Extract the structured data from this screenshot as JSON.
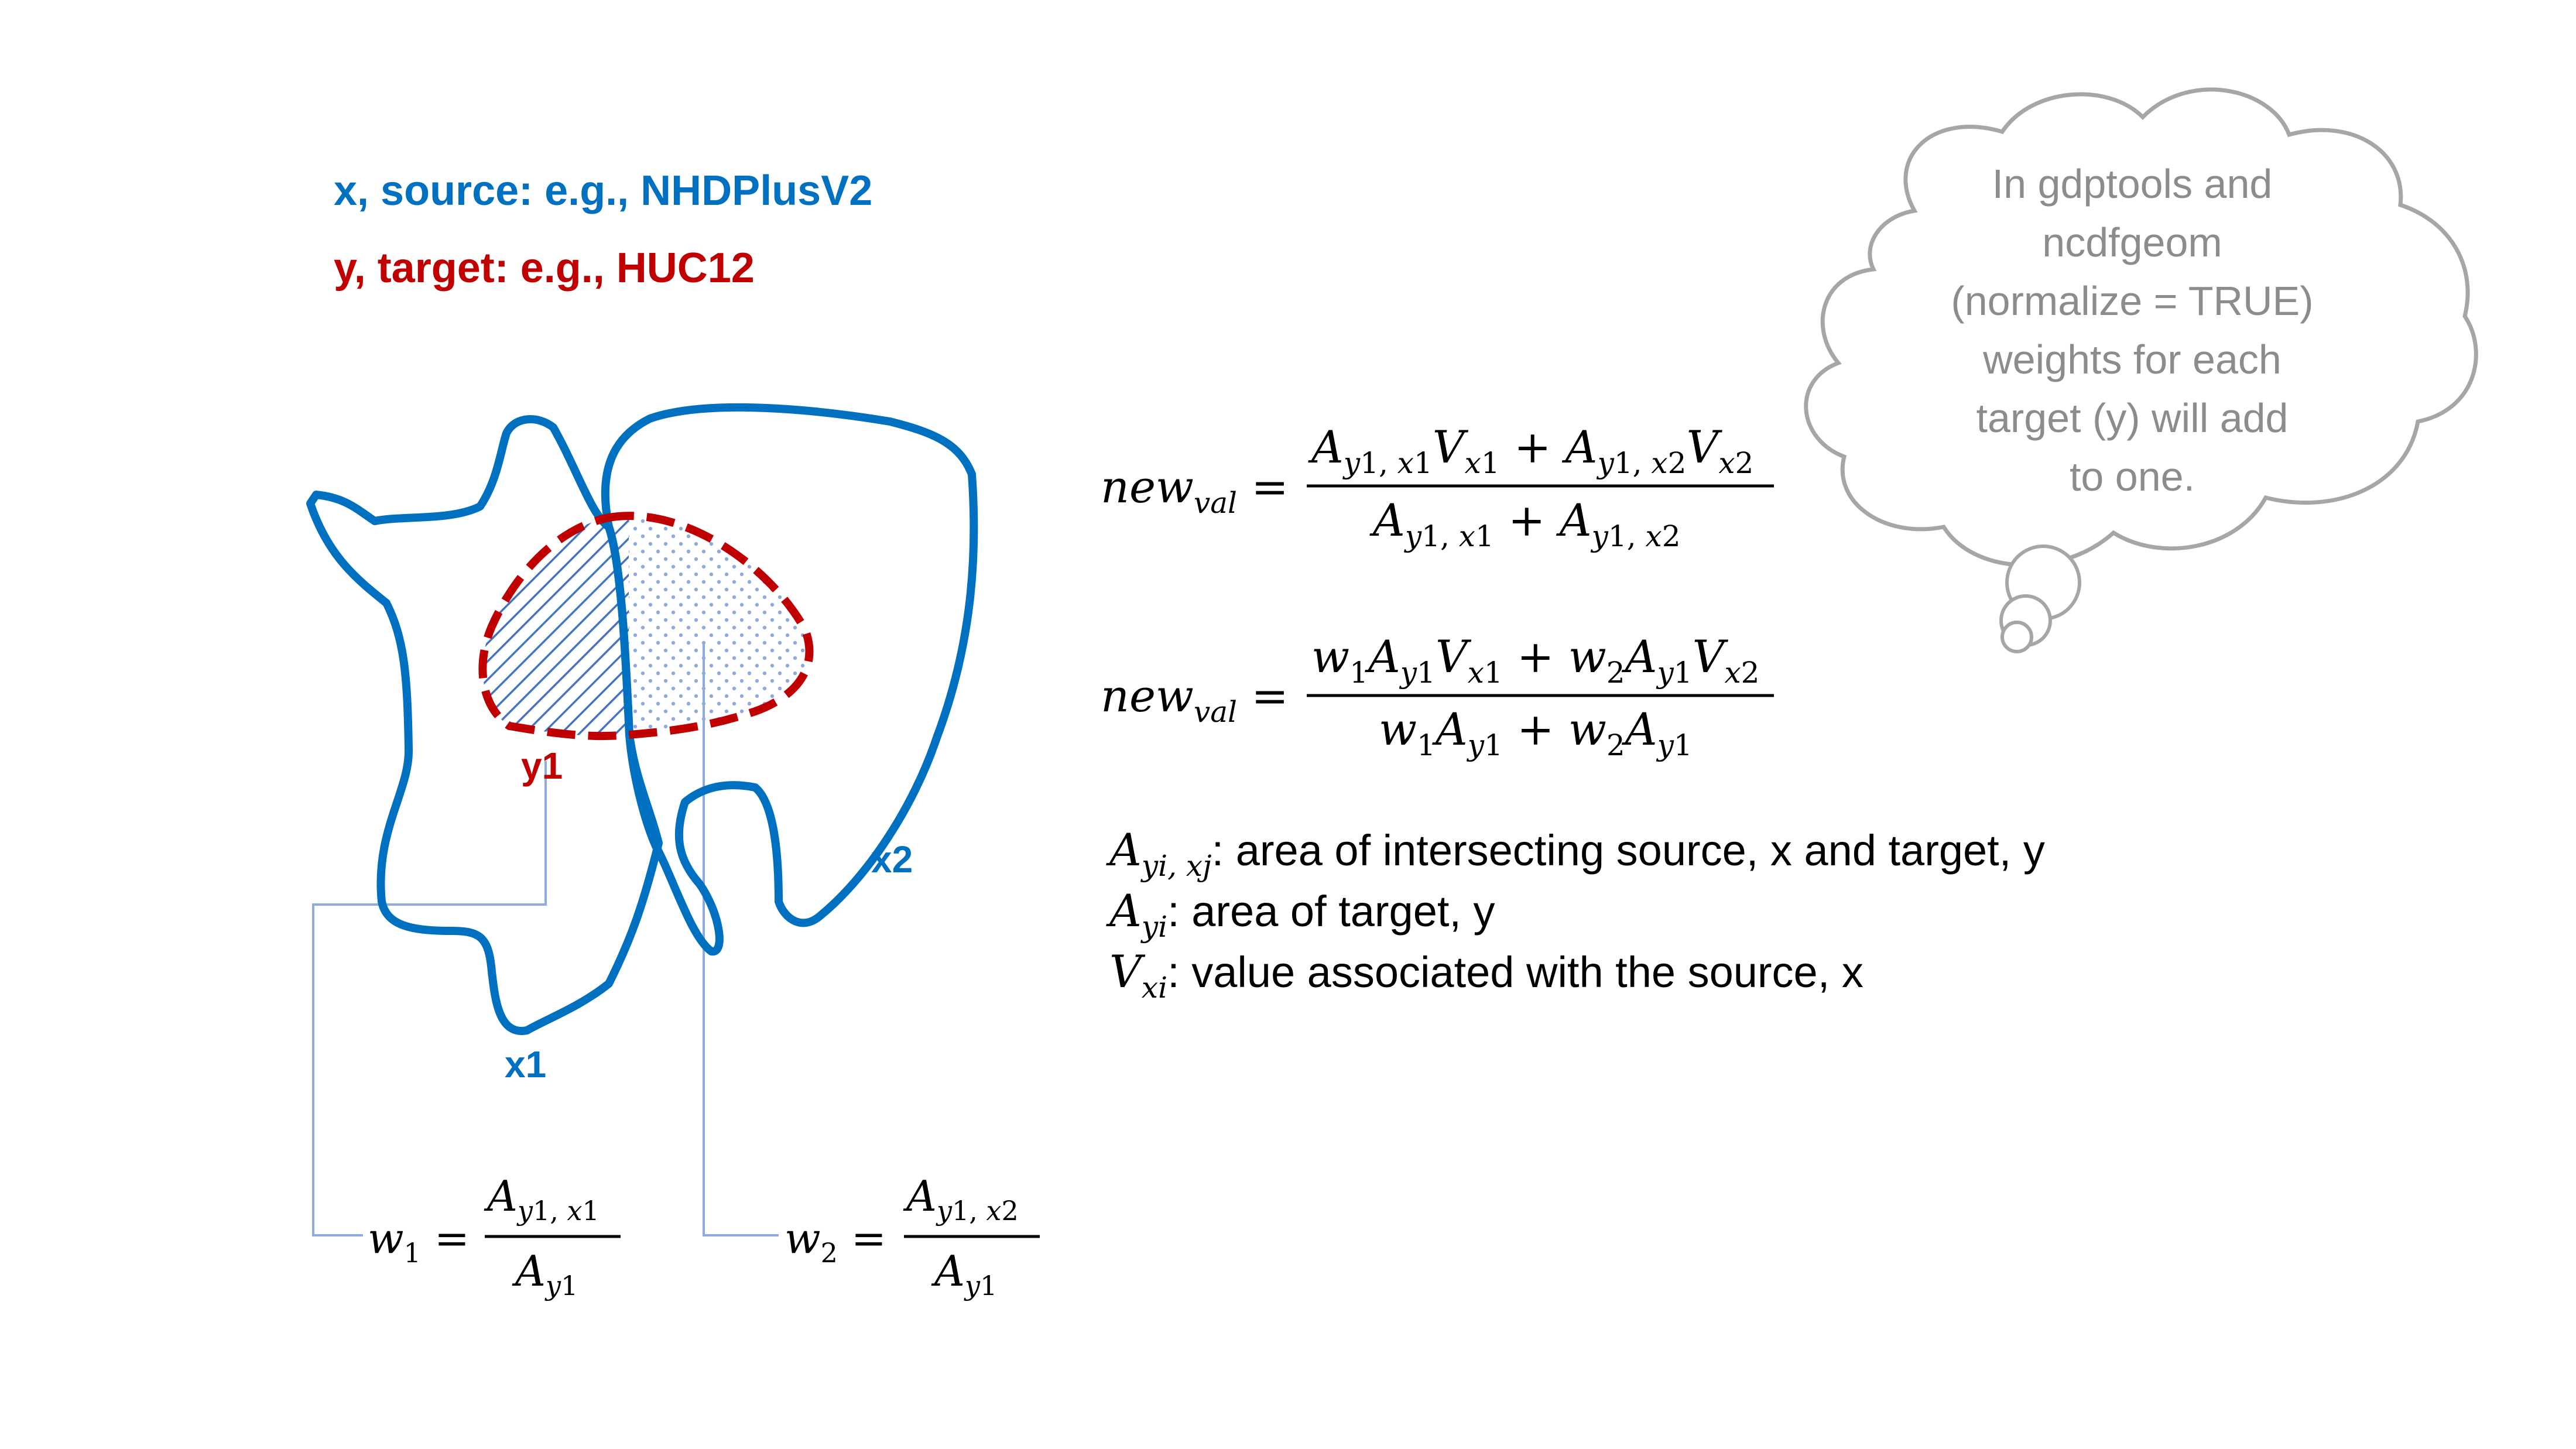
{
  "colors": {
    "source": "#0070c0",
    "target": "#c00000",
    "cloud": "#a6a6a6",
    "cloud_text": "#8c8c8c",
    "connector": "#8faadc"
  },
  "legend": {
    "source": "x, source:  e.g., NHDPlusV2",
    "target": "y, target: e.g., HUC12"
  },
  "labels": {
    "x1": "x1",
    "x2": "x2",
    "y1": "y1"
  },
  "cloud_lines": [
    "In gdptools and",
    "ncdfgeom",
    "(normalize = TRUE)",
    "weights for each",
    "target (y) will add",
    "to one."
  ],
  "definitions": [
    {
      "symbol": "A",
      "sub": "yi, xj",
      "text": ": area of intersecting source, x and target, y"
    },
    {
      "symbol": "A",
      "sub": "yi",
      "text": ": area of target, y"
    },
    {
      "symbol": "V",
      "sub": "xi",
      "text": ": value associated with the source, x"
    }
  ]
}
